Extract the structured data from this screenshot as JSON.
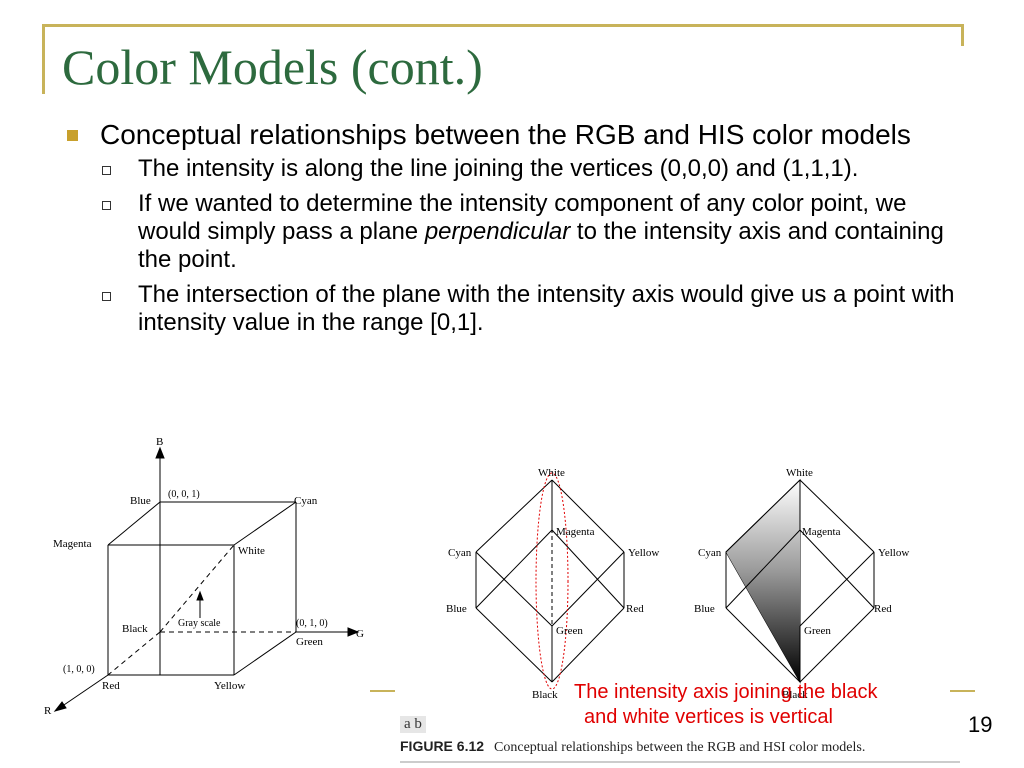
{
  "slide": {
    "title": "Color Models (cont.)",
    "page_number": "19"
  },
  "bullets": {
    "main": "Conceptual relationships between the RGB and HIS color models",
    "sub1": "The intensity is along the line joining the vertices (0,0,0) and (1,1,1).",
    "sub2_before": "If we wanted to determine the intensity component of any color point, we would simply pass a plane ",
    "sub2_italic": "perpendicular",
    "sub2_after": " to the intensity axis and containing the point.",
    "sub3": "The intersection of the plane with the intensity axis would give us a point with intensity value in the range [0,1]."
  },
  "cube": {
    "axis_b": "B",
    "axis_g": "G",
    "axis_r": "R",
    "blue": "Blue",
    "blue_coord": "(0, 0, 1)",
    "cyan": "Cyan",
    "magenta": "Magenta",
    "white": "White",
    "gray_scale": "Gray scale",
    "black": "Black",
    "green_coord": "(0, 1, 0)",
    "green": "Green",
    "red_coord": "(1, 0, 0)",
    "red": "Red",
    "yellow": "Yellow"
  },
  "diamond1": {
    "white": "White",
    "magenta": "Magenta",
    "cyan": "Cyan",
    "yellow": "Yellow",
    "blue": "Blue",
    "red": "Red",
    "green": "Green",
    "black": "Black"
  },
  "diamond2": {
    "white": "White",
    "magenta": "Magenta",
    "cyan": "Cyan",
    "yellow": "Yellow",
    "blue": "Blue",
    "red": "Red",
    "green": "Green",
    "black": "Black"
  },
  "annotation": {
    "line1": "The intensity axis joining the black",
    "line2": "and white vertices is vertical"
  },
  "figure": {
    "subfig_labels": "a  b",
    "label": "FIGURE 6.12",
    "caption": "Conceptual relationships between the RGB and HSI color models."
  },
  "colors": {
    "title": "#2d6a3e",
    "accent": "#c8b35a",
    "bullet": "#c8a02c",
    "annotation": "#e00000"
  }
}
